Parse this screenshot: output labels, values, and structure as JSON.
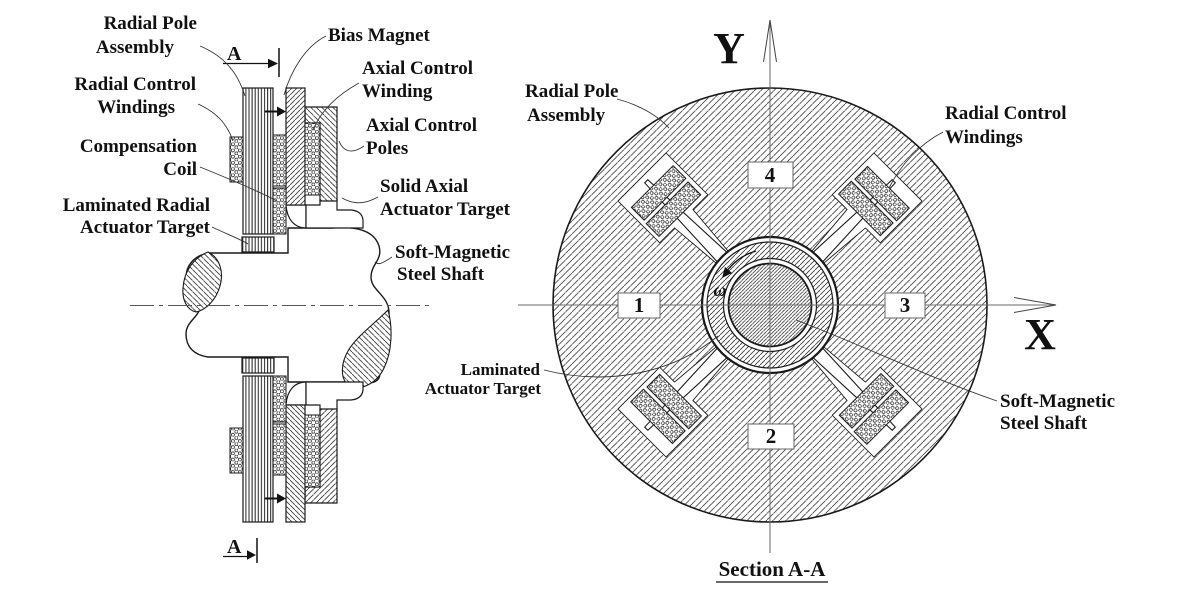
{
  "figure": {
    "colors": {
      "pole_number_blue": "#2424b2",
      "line_black": "#1a1a1a"
    },
    "left_view": {
      "section_marker": "A",
      "labels": {
        "radial_pole_assembly": [
          "Radial Pole",
          "Assembly"
        ],
        "radial_control_windings": [
          "Radial Control",
          "Windings"
        ],
        "compensation_coil": [
          "Compensation",
          "Coil"
        ],
        "laminated_radial_actuator_target": [
          "Laminated Radial",
          "Actuator Target"
        ],
        "bias_magnet": "Bias Magnet",
        "axial_control_winding": [
          "Axial Control",
          "Winding"
        ],
        "axial_control_poles": [
          "Axial Control",
          "Poles"
        ],
        "solid_axial_actuator_target": [
          "Solid Axial",
          "Actuator Target"
        ],
        "soft_magnetic_steel_shaft": [
          "Soft-Magnetic",
          "Steel Shaft"
        ]
      }
    },
    "right_view": {
      "axis_y": "Y",
      "axis_x": "X",
      "omega": "ω",
      "pole_numbers": [
        "1",
        "2",
        "3",
        "4"
      ],
      "labels": {
        "radial_pole_assembly": [
          "Radial Pole",
          "Assembly"
        ],
        "radial_control_windings": [
          "Radial Control",
          "Windings"
        ],
        "laminated_actuator_target": [
          "Laminated",
          "Actuator Target"
        ],
        "soft_magnetic_steel_shaft": [
          "Soft-Magnetic",
          "Steel Shaft"
        ]
      },
      "caption": "Section A-A"
    }
  }
}
